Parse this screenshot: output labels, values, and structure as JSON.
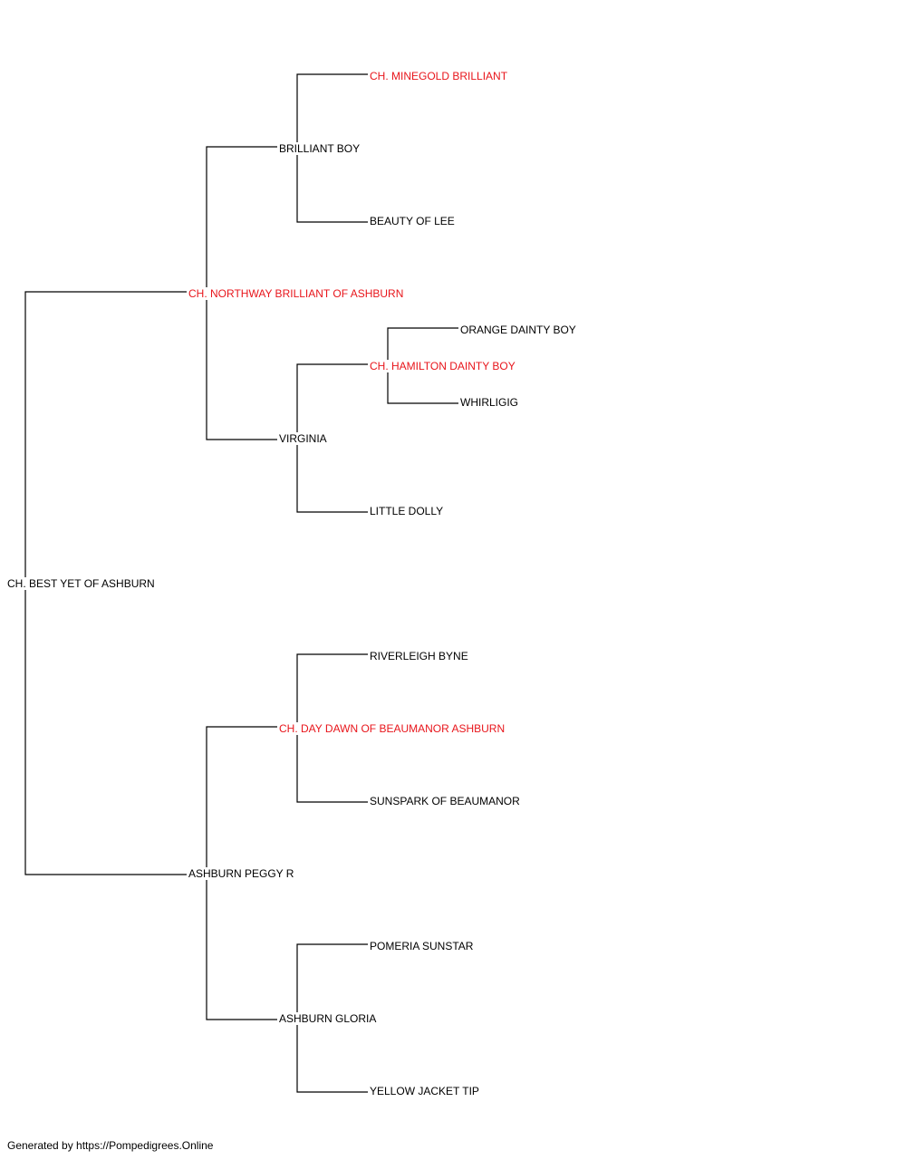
{
  "colors": {
    "champion": "#e8151b",
    "text": "#000000",
    "lines": "#000000"
  },
  "tree": {
    "subject": {
      "name": "CH. BEST YET OF ASHBURN",
      "champion": false
    },
    "sire": {
      "name": "CH. NORTHWAY BRILLIANT OF ASHBURN",
      "champion": true
    },
    "sire_sire": {
      "name": "BRILLIANT BOY",
      "champion": false
    },
    "sire_sire_sire": {
      "name": "CH. MINEGOLD BRILLIANT",
      "champion": true
    },
    "sire_sire_dam": {
      "name": "BEAUTY OF LEE",
      "champion": false
    },
    "sire_dam": {
      "name": "VIRGINIA",
      "champion": false
    },
    "sire_dam_sire": {
      "name": "CH. HAMILTON DAINTY BOY",
      "champion": true
    },
    "sire_dam_sire_sire": {
      "name": "ORANGE DAINTY BOY",
      "champion": false
    },
    "sire_dam_sire_dam": {
      "name": "WHIRLIGIG",
      "champion": false
    },
    "sire_dam_dam": {
      "name": "LITTLE DOLLY",
      "champion": false
    },
    "dam": {
      "name": "ASHBURN PEGGY R",
      "champion": false
    },
    "dam_sire": {
      "name": "CH. DAY DAWN OF BEAUMANOR ASHBURN",
      "champion": true
    },
    "dam_sire_sire": {
      "name": "RIVERLEIGH BYNE",
      "champion": false
    },
    "dam_sire_dam": {
      "name": "SUNSPARK OF BEAUMANOR",
      "champion": false
    },
    "dam_dam": {
      "name": "ASHBURN GLORIA",
      "champion": false
    },
    "dam_dam_sire": {
      "name": "POMERIA SUNSTAR",
      "champion": false
    },
    "dam_dam_dam": {
      "name": "YELLOW JACKET TIP",
      "champion": false
    }
  },
  "footer": {
    "text": "Generated by https://Pompedigrees.Online"
  }
}
